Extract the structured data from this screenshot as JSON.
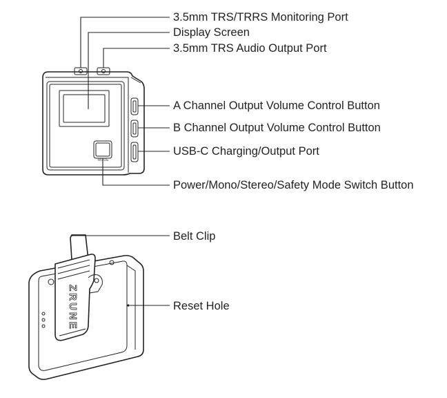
{
  "top_device": {
    "callouts": [
      {
        "id": "monitoring-port",
        "label": "3.5mm TRS/TRRS Monitoring Port"
      },
      {
        "id": "display-screen",
        "label": "Display Screen"
      },
      {
        "id": "audio-output-port",
        "label": "3.5mm TRS Audio Output Port"
      },
      {
        "id": "a-channel-button",
        "label": "A Channel Output Volume Control Button"
      },
      {
        "id": "b-channel-button",
        "label": "B Channel Output Volume Control Button"
      },
      {
        "id": "usbc-port",
        "label": "USB-C Charging/Output Port"
      },
      {
        "id": "mode-button",
        "label": "Power/Mono/Stereo/Safety Mode Switch Button"
      }
    ],
    "mode_button_text": "MODE"
  },
  "bottom_device": {
    "callouts": [
      {
        "id": "belt-clip",
        "label": "Belt Clip"
      },
      {
        "id": "reset-hole",
        "label": "Reset Hole"
      }
    ],
    "logo_text": "ZRUNE"
  }
}
